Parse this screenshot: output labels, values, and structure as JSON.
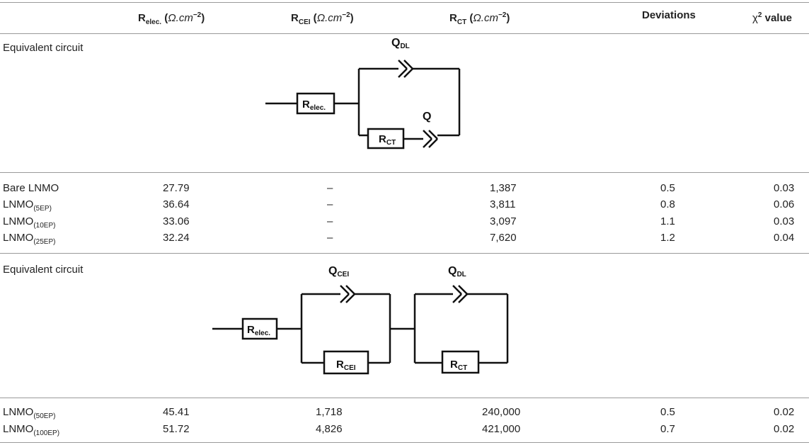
{
  "header": {
    "col1": {
      "main": "R",
      "sub": "elec.",
      "unit": "Ω.cm",
      "exp": "−2"
    },
    "col2": {
      "main": "R",
      "sub": "CEI",
      "unit": "Ω.cm",
      "exp": "−2"
    },
    "col3": {
      "main": "R",
      "sub": "CT",
      "unit": "Ω.cm",
      "exp": "−2"
    },
    "col4": "Deviations",
    "col5": {
      "main": "χ",
      "exp": "2",
      "rest": " value"
    }
  },
  "section1": {
    "label": "Equivalent circuit",
    "circuit": {
      "r_elec": "R",
      "r_elec_sub": "elec.",
      "q_dl": "Q",
      "q_dl_sub": "DL",
      "q": "Q",
      "r_ct": "R",
      "r_ct_sub": "CT"
    }
  },
  "rows1": [
    {
      "name": "Bare LNMO",
      "name_sub": "",
      "relec": "27.79",
      "rcei": "–",
      "rct": "1,387",
      "dev": "0.5",
      "chi": "0.03"
    },
    {
      "name": "LNMO",
      "name_sub": "(5EP)",
      "relec": "36.64",
      "rcei": "–",
      "rct": "3,811",
      "dev": "0.8",
      "chi": "0.06"
    },
    {
      "name": "LNMO",
      "name_sub": "(10EP)",
      "relec": "33.06",
      "rcei": "–",
      "rct": "3,097",
      "dev": "1.1",
      "chi": "0.03"
    },
    {
      "name": "LNMO",
      "name_sub": "(25EP)",
      "relec": "32.24",
      "rcei": "–",
      "rct": "7,620",
      "dev": "1.2",
      "chi": "0.04"
    }
  ],
  "section2": {
    "label": "Equivalent circuit",
    "circuit": {
      "r_elec": "R",
      "r_elec_sub": "elec.",
      "q_cei": "Q",
      "q_cei_sub": "CEI",
      "r_cei": "R",
      "r_cei_sub": "CEI",
      "q_dl": "Q",
      "q_dl_sub": "DL",
      "r_ct": "R",
      "r_ct_sub": "CT"
    }
  },
  "rows2": [
    {
      "name": "LNMO",
      "name_sub": "(50EP)",
      "relec": "45.41",
      "rcei": "1,718",
      "rct": "240,000",
      "dev": "0.5",
      "chi": "0.02"
    },
    {
      "name": "LNMO",
      "name_sub": "(100EP)",
      "relec": "51.72",
      "rcei": "4,826",
      "rct": "421,000",
      "dev": "0.7",
      "chi": "0.02"
    }
  ]
}
